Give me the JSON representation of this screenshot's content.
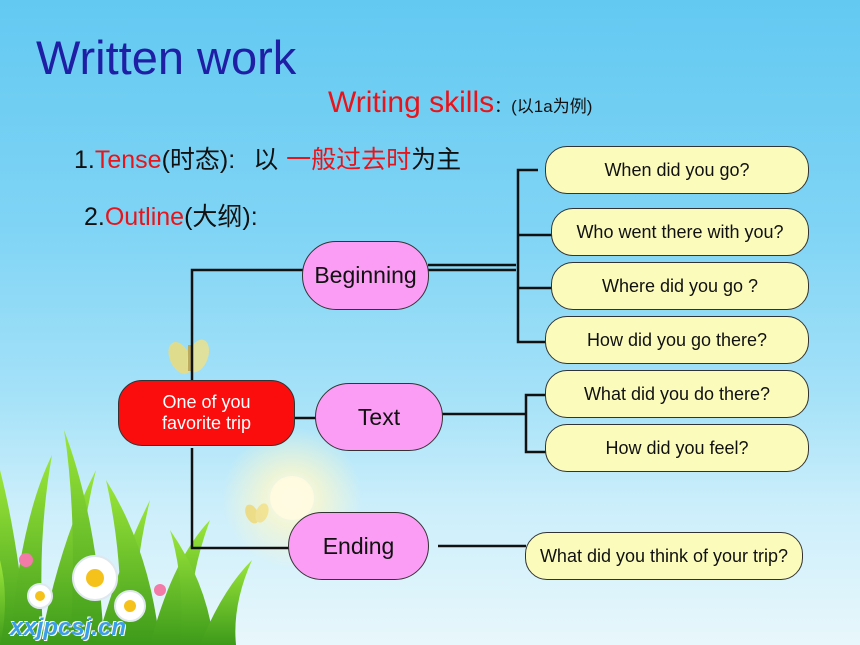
{
  "slide": {
    "title": "Written work",
    "subtitle": "Writing skills",
    "subtitle_note": "：(以1a为例)",
    "tense": {
      "number": "1.",
      "keyword": "Tense",
      "paren": "(时态):",
      "prefix": "以 ",
      "highlight": "一般过去时",
      "suffix": "为主"
    },
    "outline": {
      "number": "2.",
      "keyword": "Outline",
      "paren": "(大纲):"
    },
    "watermark": "xxjpcsj.cn"
  },
  "diagram": {
    "root": {
      "line1": "One of you",
      "line2": "favorite trip"
    },
    "branches": [
      {
        "label": "Beginning",
        "leaves": [
          "When did you go?",
          "Who went there with you?",
          "Where did you go ?",
          "How did you go there?"
        ]
      },
      {
        "label": "Text",
        "leaves": [
          "What did you do there?",
          "How did you feel?"
        ]
      },
      {
        "label": "Ending",
        "leaves": [
          "What did you think of your trip?"
        ]
      }
    ]
  },
  "colors": {
    "title": "#1f1fa6",
    "accent_red": "#e8141b",
    "root_fill": "#fb0d0d",
    "branch_fill": "#fb9df4",
    "leaf_fill": "#fbfcbc",
    "sky_top": "#63c9f1"
  }
}
